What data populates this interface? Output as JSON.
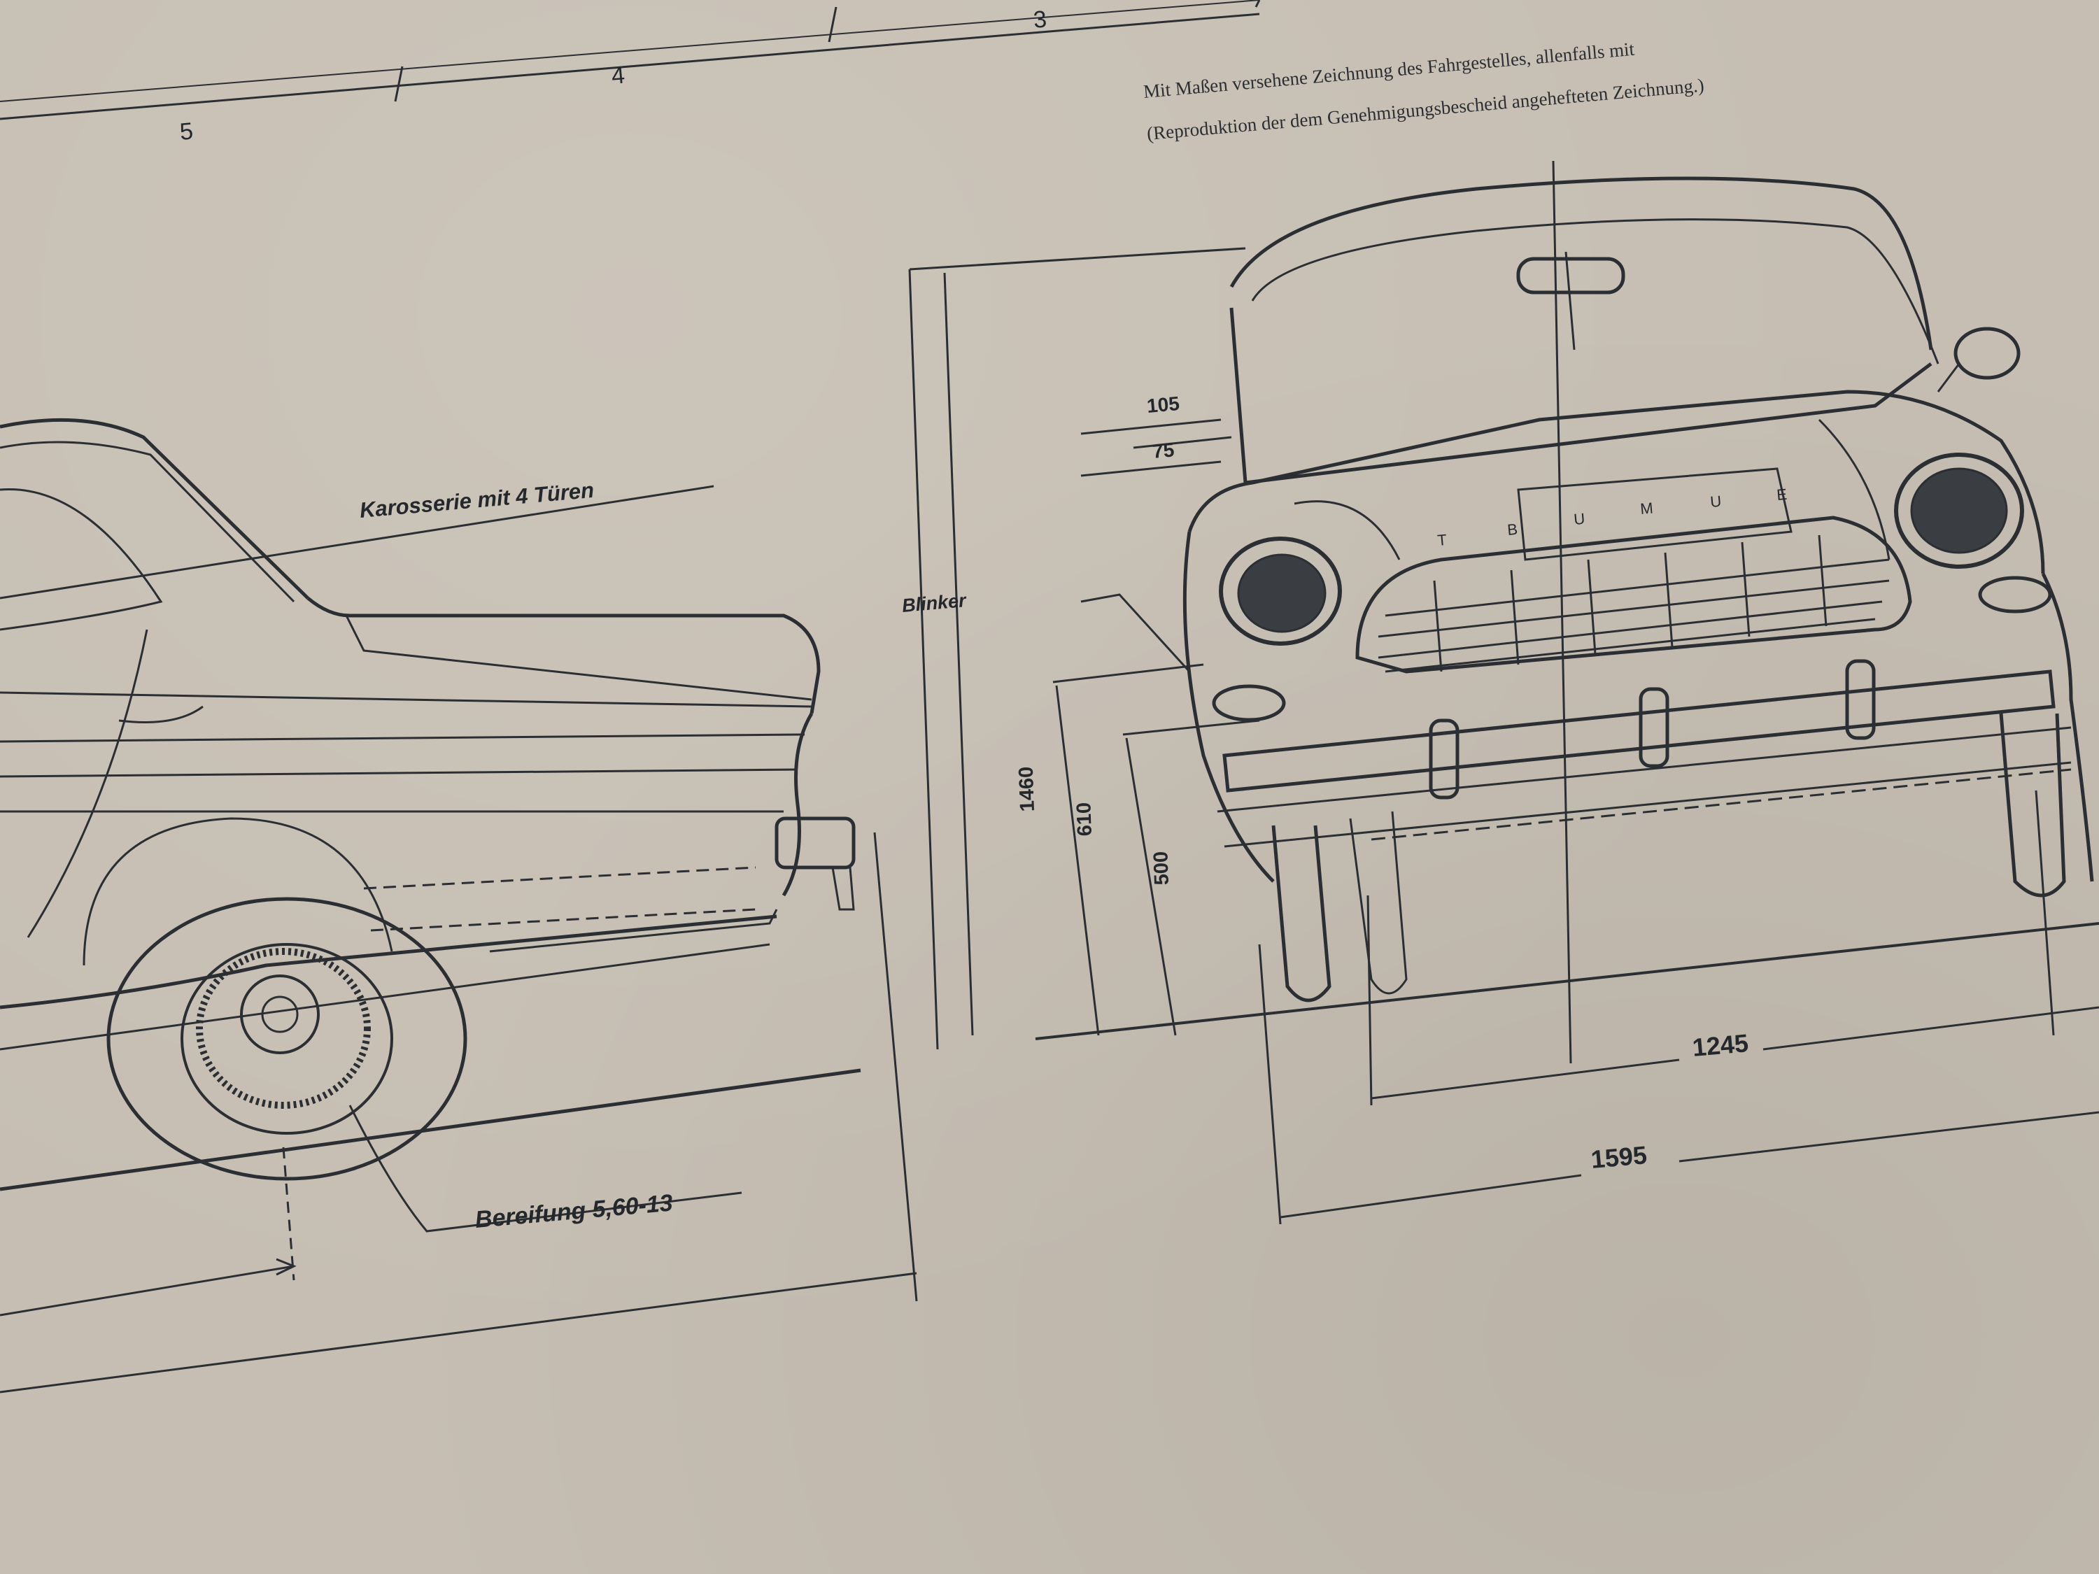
{
  "sheet": {
    "column_numbers": [
      "5",
      "4",
      "3"
    ],
    "caption_line_1": "Mit Maßen versehene Zeichnung des Fahrgestelles, allenfalls mit",
    "caption_line_2": "(Reproduktion der dem Genehmigungsbescheid angehefteten Zeichnung.)"
  },
  "side_view": {
    "body_label": "Karosserie mit 4 Türen",
    "tire_label": "Bereifung 5,60-13"
  },
  "front_view": {
    "indicator_label": "Blinker",
    "dimensions": {
      "top_offset_1": "105",
      "top_offset_2": "75",
      "overall_height": "1460",
      "bumper_height": "610",
      "sill_height": "500",
      "track_width": "1245",
      "overall_width": "1595"
    },
    "grille_letters": [
      "T",
      "B",
      "U",
      "M",
      "U",
      "E"
    ]
  },
  "colors": {
    "paper": "#c6beb2",
    "ink": "#2b2f33"
  }
}
